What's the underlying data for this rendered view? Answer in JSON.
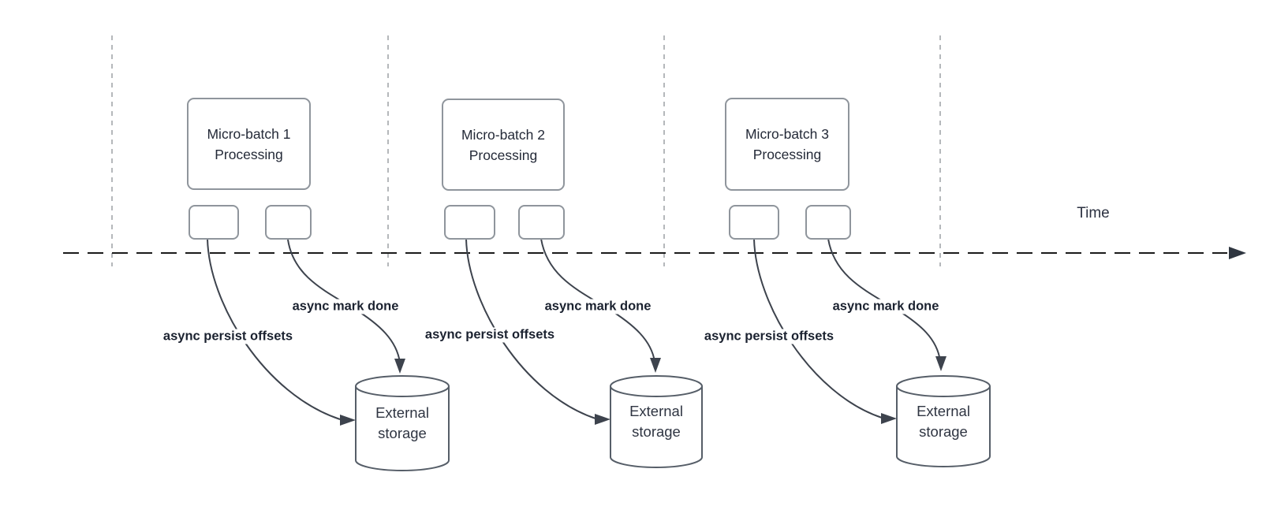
{
  "diagram": {
    "time_axis_label": "Time",
    "sections": [
      {
        "processing_label_line1": "Micro-batch 1",
        "processing_label_line2": "Processing",
        "persist_arrow_label": "async persist offsets",
        "mark_arrow_label": "async mark done",
        "storage_label_line1": "External",
        "storage_label_line2": "storage"
      },
      {
        "processing_label_line1": "Micro-batch 2",
        "processing_label_line2": "Processing",
        "persist_arrow_label": "async persist offsets",
        "mark_arrow_label": "async mark done",
        "storage_label_line1": "External",
        "storage_label_line2": "storage"
      },
      {
        "processing_label_line1": "Micro-batch 3",
        "processing_label_line2": "Processing",
        "persist_arrow_label": "async persist offsets",
        "mark_arrow_label": "async mark done",
        "storage_label_line1": "External",
        "storage_label_line2": "storage"
      }
    ],
    "colors": {
      "background": "#ffffff",
      "box_border": "#8f959c",
      "cylinder_border": "#565e68",
      "arrow_stroke": "#3d434d",
      "timeline_stroke": "#1a1a1a",
      "lane_divider": "#b5b8bb",
      "box_text": "#242a38",
      "edge_label_text": "#1b2230"
    }
  }
}
